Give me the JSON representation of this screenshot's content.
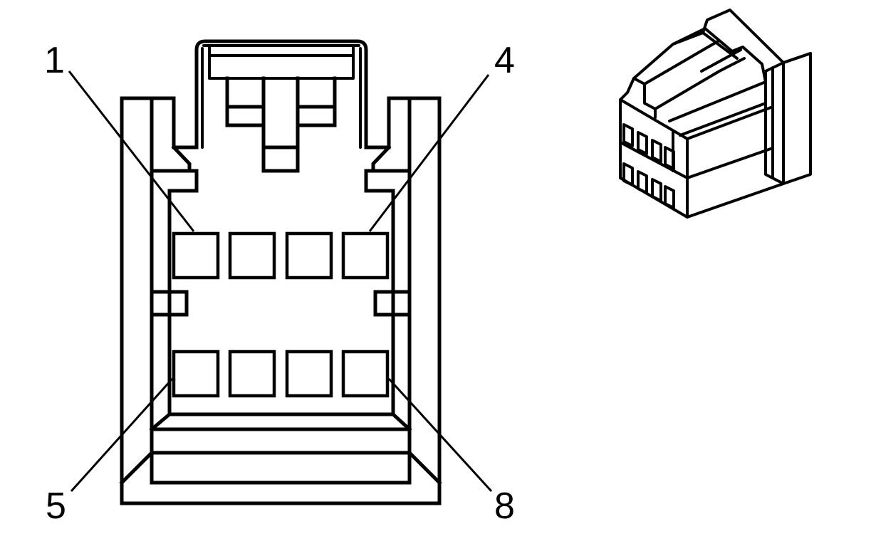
{
  "labels": {
    "pin1": "1",
    "pin4": "4",
    "pin5": "5",
    "pin8": "8"
  },
  "colors": {
    "line": "#000000",
    "background": "#ffffff"
  }
}
